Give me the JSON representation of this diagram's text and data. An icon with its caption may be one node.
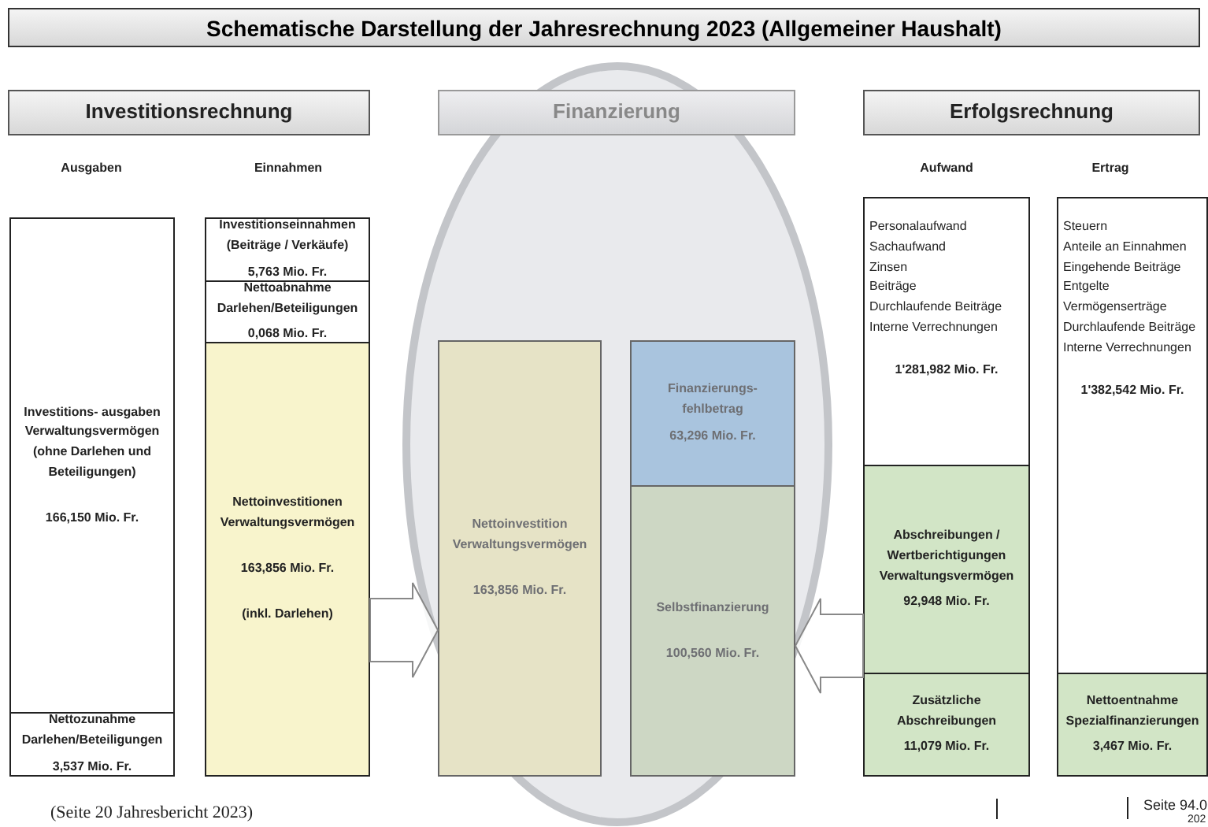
{
  "diagram": {
    "title": "Schematische Darstellung der Jahresrechnung 2023 (Allgemeiner Haushalt)",
    "nodes": [
      {
        "text": [
          "Investitionsrechnung"
        ]
      },
      {
        "text": [
          "Finanzierung"
        ]
      },
      {
        "text": [
          "Erfolgsrechnung"
        ]
      },
      {
        "text": [
          "Investitions- ausgaben Verwaltungsvermögen (ohne Darlehen und Beteiligungen)",
          "166,150 Mio. Fr."
        ]
      },
      {
        "text": [
          "Nettozunahme Darlehen/Beteiligungen",
          "3,537 Mio. Fr."
        ]
      },
      {
        "text": [
          "Investitionseinnahmen (Beiträge / Verkäufe)",
          "5,763 Mio. Fr."
        ]
      },
      {
        "text": [
          "Nettoabnahme Darlehen/Beteiligungen",
          "0,068 Mio. Fr."
        ]
      },
      {
        "text": [
          "Nettoinvestitionen Verwaltungsvermögen",
          "163,856 Mio. Fr.",
          "(inkl. Darlehen)"
        ]
      },
      {
        "text": [
          "Nettoinvestition Verwaltungsvermögen",
          "163,856 Mio. Fr."
        ]
      },
      {
        "text": [
          "Finanzierungs- fehlbetrag",
          "63,296 Mio. Fr."
        ]
      },
      {
        "text": [
          "Selbstfinanzierung",
          "100,560 Mio. Fr."
        ]
      },
      {
        "text": [
          "Personalaufwand",
          "Sachaufwand",
          "Zinsen",
          "Beiträge",
          "Durchlaufende Beiträge",
          "Interne Verrechnungen",
          "1'281,982 Mio. Fr."
        ]
      },
      {
        "text": [
          "Abschreibungen / Wertberichtigungen Verwaltungsvermögen",
          "92,948 Mio. Fr."
        ]
      },
      {
        "text": [
          "Zusätzliche Abschreibungen",
          "11,079 Mio. Fr."
        ]
      },
      {
        "text": [
          "Steuern",
          "Anteile an Einnahmen",
          "Eingehende Beiträge",
          "Entgelte",
          "Vermögenserträge",
          "Durchlaufende Beiträge",
          "Interne Verrechnungen",
          "1'382,542 Mio. Fr."
        ]
      },
      {
        "text": [
          "Nettoentnahme Spezialfinanzierungen",
          "3,467 Mio. Fr."
        ]
      }
    ],
    "edges": [
      {
        "from": 7,
        "to": 8,
        "arrow": "to"
      },
      {
        "from": 12,
        "to": 10,
        "arrow": "to"
      }
    ],
    "labels": [
      "Ausgaben",
      "Einnahmen",
      "Aufwand",
      "Ertrag",
      "(Seite 20 Jahresbericht 2023)",
      "Seite 94.0",
      "202"
    ]
  }
}
